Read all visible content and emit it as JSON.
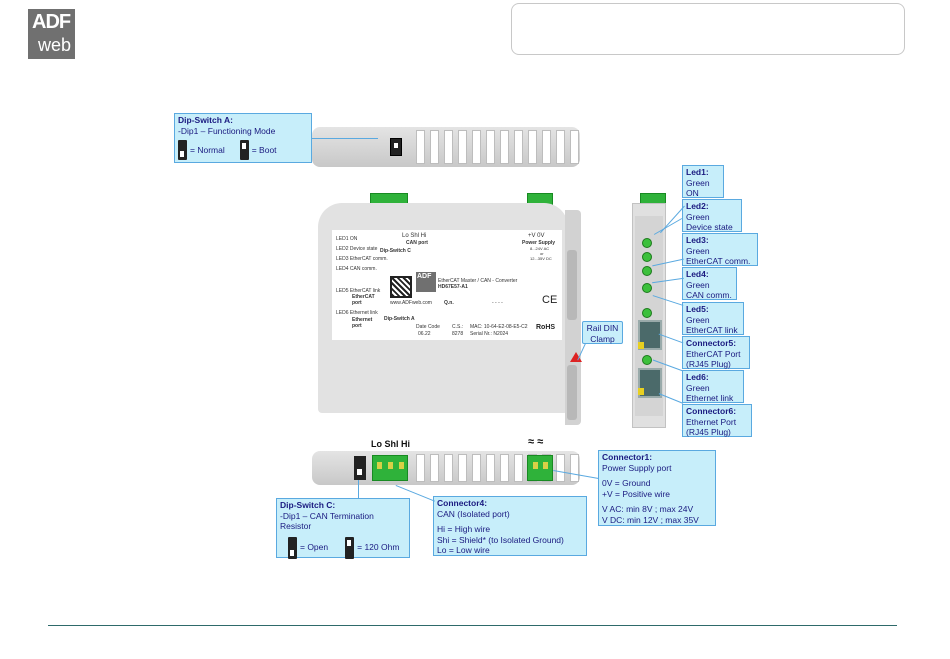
{
  "logo": {
    "line1": "ADF",
    "line2": "web"
  },
  "dipA": {
    "title": "Dip-Switch A:",
    "desc": "-Dip1 – Functioning Mode",
    "normal": "= Normal",
    "boot": "= Boot"
  },
  "dipC": {
    "title": "Dip-Switch C:",
    "desc": "-Dip1 – CAN Termination Resistor",
    "open": "= Open",
    "ohm": "= 120 Ohm"
  },
  "leds": [
    {
      "title": "Led1:",
      "lines": [
        "Green",
        "ON"
      ]
    },
    {
      "title": "Led2:",
      "lines": [
        "Green",
        "Device state"
      ]
    },
    {
      "title": "Led3:",
      "lines": [
        "Green",
        "EtherCAT comm."
      ]
    },
    {
      "title": "Led4:",
      "lines": [
        "Green",
        "CAN comm."
      ]
    },
    {
      "title": "Led5:",
      "lines": [
        "Green",
        "EtherCAT link"
      ]
    },
    {
      "title": "Connector5:",
      "lines": [
        "EtherCAT Port",
        "(RJ45 Plug)"
      ]
    },
    {
      "title": "Led6:",
      "lines": [
        "Green",
        "Ethernet link"
      ]
    },
    {
      "title": "Connector6:",
      "lines": [
        "Ethernet Port",
        "(RJ45 Plug)"
      ]
    }
  ],
  "rail": {
    "line1": "Rail DIN",
    "line2": "Clamp"
  },
  "connector1": {
    "title": "Connector1:",
    "l1": "Power Supply port",
    "l2": "0V = Ground",
    "l3": "+V = Positive wire",
    "l4": "V AC: min 8V ; max 24V",
    "l5": "V DC: min 12V ; max 35V"
  },
  "connector4": {
    "title": "Connector4:",
    "l1": "CAN (Isolated port)",
    "l2": "Hi = High wire",
    "l3": "Shi = Shield* (to Isolated Ground)",
    "l4": "Lo = Low wire"
  },
  "bottomLabels": {
    "can": "Lo Shl Hi",
    "pwr": "≈  ≈"
  },
  "device": {
    "leds": [
      "LED1 ON",
      "LED2 Device state",
      "LED3 EtherCAT comm.",
      "LED4 CAN comm.",
      "LED5 EtherCAT link",
      "LED6 Ethernet link"
    ],
    "canPort": "Lo  Shl  Hi",
    "canPortLabel": "CAN port",
    "dipC": "Dip-Switch C",
    "power": "+V    0V",
    "powerLabel": "Power Supply",
    "powerSpec1": "8...24V AC",
    "powerSpec2": "or",
    "powerSpec3": "12...35V DC",
    "product": "EtherCAT Master / CAN - Converter",
    "model": "HD67E57-A1",
    "url": "www.ADFweb.com",
    "qn": "Q.n.",
    "qnval": "- - - -",
    "ecatPort": "EtherCAT port",
    "ethPort": "Ethernet port",
    "dipA": "Dip-Switch A",
    "dateLabel": "Date Code",
    "date": "06.22",
    "cs": "C.S.:",
    "csval": "8278",
    "mac": "MAC: 10-64-E2-08-E5-C2",
    "serial": "Serial Nr.: N2024",
    "rohs": "RoHS"
  }
}
